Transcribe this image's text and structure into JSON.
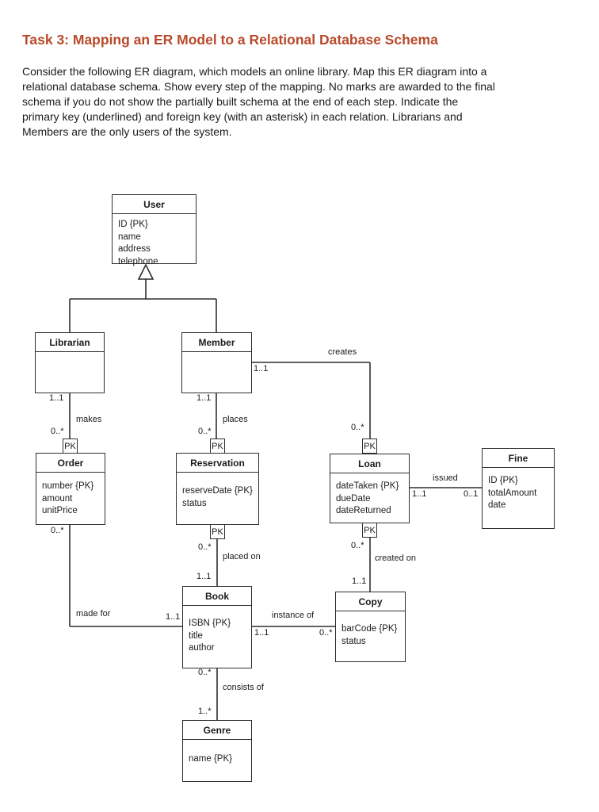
{
  "document": {
    "title": "Task 3: Mapping an ER Model to a Relational Database Schema",
    "intro_lines": [
      "Consider the following ER diagram, which models an online library. Map this ER diagram into a",
      "relational database schema. Show every step of the mapping. No marks are awarded to the final",
      "schema if you do not show the partially built schema at the end of each step. Indicate the",
      "primary key (underlined) and foreign key (with an asterisk) in each relation. Librarians and",
      "Members are the only users of the system."
    ]
  },
  "colors": {
    "heading": "#b84a2b",
    "diagram_line": "#2e2e2e",
    "background": "#ffffff"
  },
  "diagram": {
    "pk_qualifier": "PK",
    "entities": {
      "user": {
        "name": "User",
        "attributes": [
          "ID {PK}",
          "name",
          "address",
          "telephone"
        ]
      },
      "librarian": {
        "name": "Librarian",
        "attributes": []
      },
      "member": {
        "name": "Member",
        "attributes": []
      },
      "order": {
        "name": "Order",
        "attributes": [
          "number {PK}",
          "amount",
          "unitPrice"
        ]
      },
      "reservation": {
        "name": "Reservation",
        "attributes": [
          "reserveDate {PK}",
          "status"
        ]
      },
      "loan": {
        "name": "Loan",
        "attributes": [
          "dateTaken {PK}",
          "dueDate",
          "dateReturned"
        ]
      },
      "fine": {
        "name": "Fine",
        "attributes": [
          "ID {PK}",
          "totalAmount",
          "date"
        ]
      },
      "book": {
        "name": "Book",
        "attributes": [
          "ISBN {PK}",
          "title",
          "author"
        ]
      },
      "copy": {
        "name": "Copy",
        "attributes": [
          "barCode {PK}",
          "status"
        ]
      },
      "genre": {
        "name": "Genre",
        "attributes": [
          "name {PK}"
        ]
      }
    },
    "relationships": {
      "makes": {
        "label": "makes",
        "source_mult": "1..1",
        "target_mult": "0..*"
      },
      "places": {
        "label": "places",
        "source_mult": "1..1",
        "target_mult": "0..*"
      },
      "creates": {
        "label": "creates",
        "source_mult": "1..1",
        "target_mult": "0..*"
      },
      "issued": {
        "label": "issued",
        "source_mult": "1..1",
        "target_mult": "0..1"
      },
      "made_for": {
        "label": "made for",
        "source_mult": "0..*",
        "target_mult": "1..1"
      },
      "placed_on": {
        "label": "placed on",
        "source_mult": "0..*",
        "target_mult": "1..1"
      },
      "created_on": {
        "label": "created on",
        "source_mult": "0..*",
        "target_mult": "1..1"
      },
      "instance_of": {
        "label": "instance of",
        "source_mult": "1..1",
        "target_mult": "0..*"
      },
      "consists_of": {
        "label": "consists of",
        "source_mult": "0..*",
        "target_mult": "1..*"
      }
    }
  }
}
